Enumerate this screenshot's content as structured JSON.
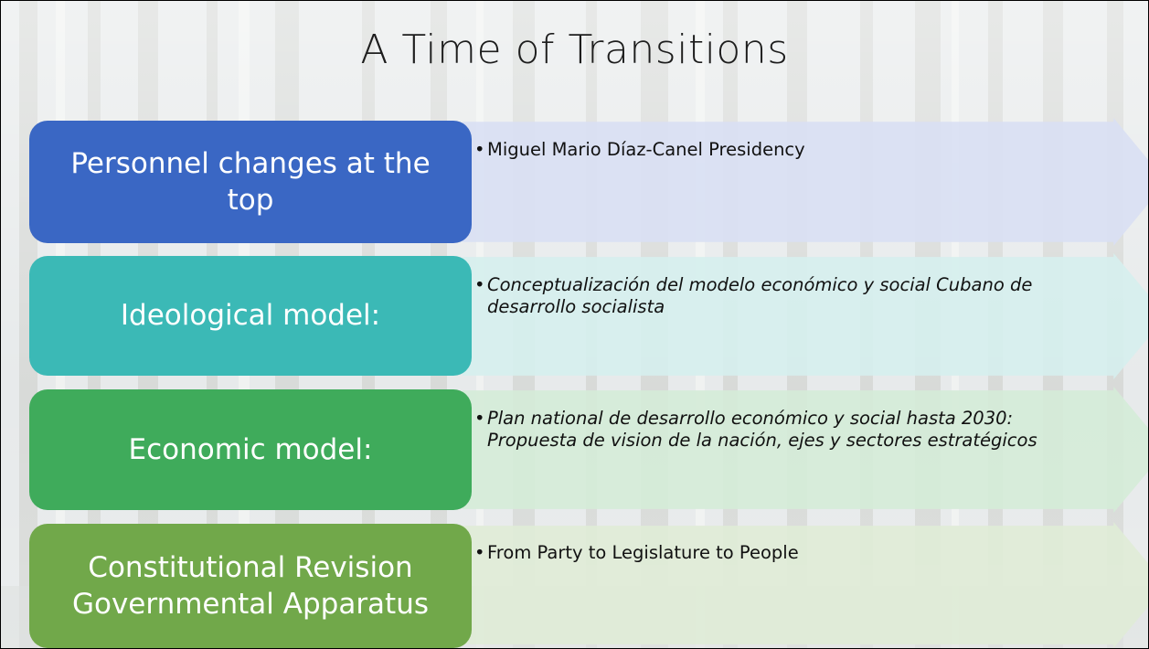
{
  "slide": {
    "title": "A Time of Transitions",
    "rows": [
      {
        "label": "Personnel changes at the top",
        "bullet": "Miguel Mario Díaz-Canel Presidency",
        "italic": false,
        "box_color": "#3a67c4",
        "arrow_color": "#d9dff3"
      },
      {
        "label": "Ideological model:",
        "bullet": "Conceptualización del modelo económico y social Cubano de desarrollo socialista",
        "italic": true,
        "box_color": "#3bb9b6",
        "arrow_color": "#d6efee"
      },
      {
        "label": "Economic model:",
        "bullet": "Plan national de desarrollo económico y social hasta 2030: Propuesta de vision de la nación, ejes y sectores estratégicos",
        "italic": true,
        "box_color": "#3fab5b",
        "arrow_color": "#d5ecd8"
      },
      {
        "label": "Constitutional Revision Governmental Apparatus",
        "bullet": "From Party to Legislature to People",
        "italic": false,
        "box_color": "#71a84a",
        "arrow_color": "#dfecd7"
      }
    ],
    "bullet_glyph": "•"
  }
}
